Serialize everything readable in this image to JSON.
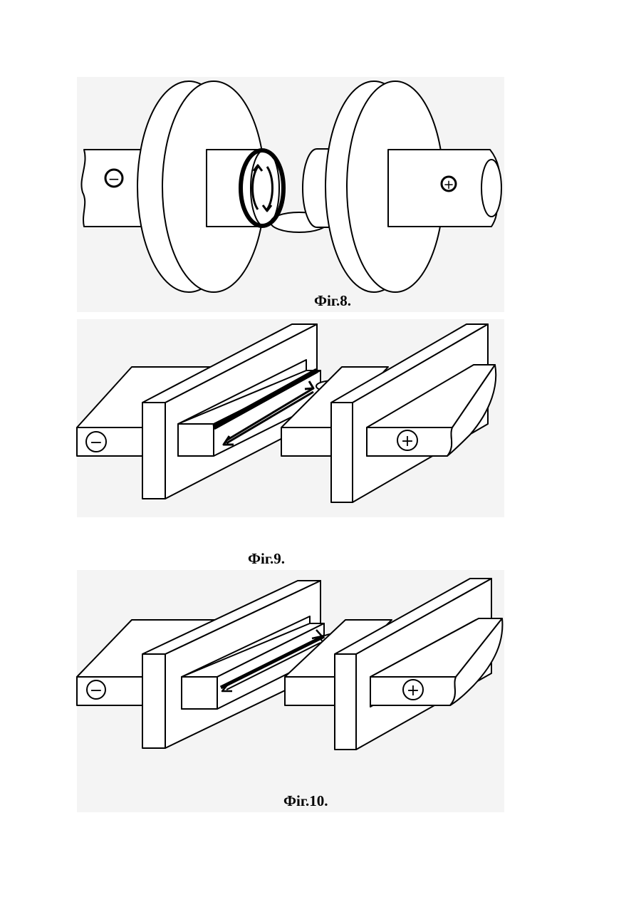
{
  "figures": [
    {
      "id": "fig8",
      "caption": "Фіг.8.",
      "negative_sign": "−",
      "positive_sign": "+"
    },
    {
      "id": "fig9",
      "caption": "Фіг.9.",
      "negative_sign": "−",
      "positive_sign": "+"
    },
    {
      "id": "fig10",
      "caption": "Фіг.10.",
      "negative_sign": "−",
      "positive_sign": "+"
    }
  ],
  "colors": {
    "background": "#ffffff",
    "panel": "#f4f4f4",
    "line": "#000000",
    "fill": "#ffffff"
  }
}
